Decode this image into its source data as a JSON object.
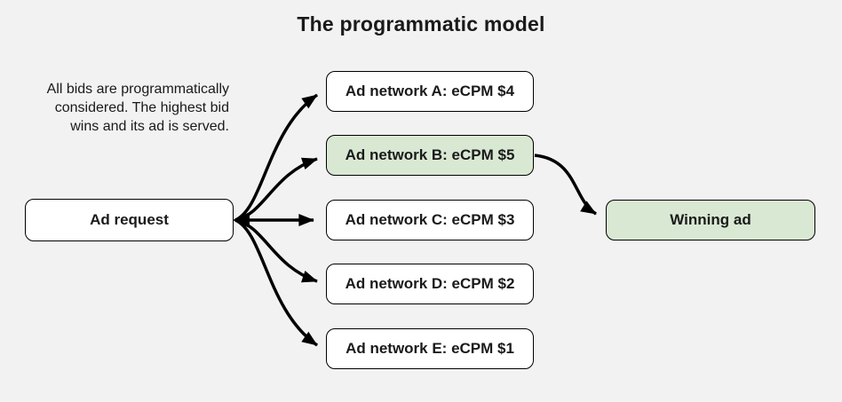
{
  "title": "The programmatic model",
  "description": {
    "lines": [
      "All bids are programmatically",
      "considered. The highest bid",
      "wins and its ad is served."
    ]
  },
  "source": {
    "label": "Ad request"
  },
  "networks": [
    {
      "label": "Ad network A: eCPM $4",
      "ecpm": 4,
      "highlight": false
    },
    {
      "label": "Ad network B: eCPM $5",
      "ecpm": 5,
      "highlight": true
    },
    {
      "label": "Ad network C: eCPM $3",
      "ecpm": 3,
      "highlight": false
    },
    {
      "label": "Ad network D: eCPM $2",
      "ecpm": 2,
      "highlight": false
    },
    {
      "label": "Ad network E: eCPM $1",
      "ecpm": 1,
      "highlight": false
    }
  ],
  "result": {
    "label": "Winning ad",
    "highlight": true
  },
  "colors": {
    "background": "#f2f2f2",
    "box_fill": "#ffffff",
    "highlight_fill": "#d9e8d3",
    "border": "#000000",
    "arrow": "#000000",
    "text": "#1a1a1a"
  }
}
